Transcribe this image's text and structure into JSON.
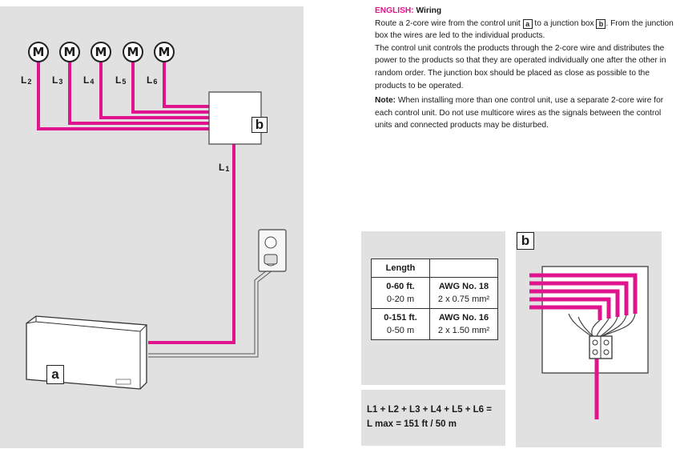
{
  "colors": {
    "wire": "#e0148c",
    "panel": "#e1e1e1",
    "text": "#1a1a1a"
  },
  "diagram": {
    "motors": [
      "M",
      "M",
      "M",
      "M",
      "M"
    ],
    "line_labels": [
      {
        "base": "L",
        "sub": "2"
      },
      {
        "base": "L",
        "sub": "3"
      },
      {
        "base": "L",
        "sub": "4"
      },
      {
        "base": "L",
        "sub": "5"
      },
      {
        "base": "L",
        "sub": "6"
      }
    ],
    "l1_label": {
      "base": "L",
      "sub": "1"
    },
    "junction_label": "b",
    "control_unit_label": "a",
    "detail_label": "b"
  },
  "instructions": {
    "language": "ENGLISH:",
    "heading": "Wiring",
    "para1_a": "Route a 2-core wire from the control unit ",
    "box_a": "a",
    "para1_b": " to a junction box ",
    "box_b": "b",
    "para1_c": ". From the junction box the wires are led to the individual products.",
    "para2": "The control unit controls the products through the 2-core wire and distributes the power to the products so that they are operated individually one after the other in random order. The junction box should be placed as close as possible to the products to be operated.",
    "note_label": "Note:",
    "note_text": " When installing more than one control unit, use a separate 2-core wire for each control unit. Do not use multicore wires as the signals between the control units and connected products may be disturbed."
  },
  "table": {
    "header": "Length",
    "rows": [
      {
        "ft": "0-60 ft.",
        "m": "0-20 m",
        "awg": "AWG No. 18",
        "size": "2 x 0.75 mm²"
      },
      {
        "ft": "0-151 ft.",
        "m": "0-50 m",
        "awg": "AWG No. 16",
        "size": "2 x 1.50 mm²"
      }
    ]
  },
  "formula": {
    "line1": "L1 + L2 + L3 + L4 + L5 + L6 =",
    "line2": "L max = 151 ft / 50 m"
  }
}
